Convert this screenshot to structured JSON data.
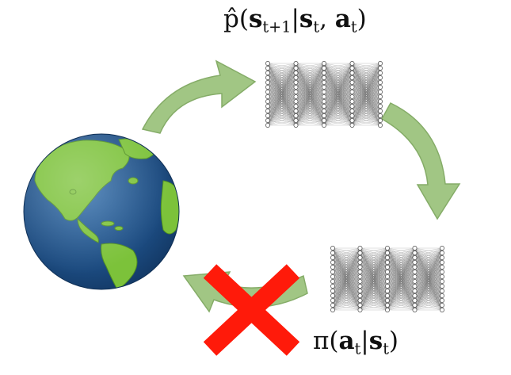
{
  "dynamics_model_label": {
    "hat_p": "p̂",
    "open": "(",
    "s": "s",
    "s_sub": "t+1",
    "bar": "|",
    "s2": "s",
    "s2_sub": "t",
    "comma": ", ",
    "a": "a",
    "a_sub": "t",
    "close": ")"
  },
  "policy_label": {
    "pi": "π",
    "open": "(",
    "a": "a",
    "a_sub": "t",
    "bar": "|",
    "s": "s",
    "s_sub": "t",
    "close": ")"
  },
  "colors": {
    "arrow_fill": "#9dc47e",
    "arrow_stroke": "#7fa860",
    "ocean": "#1c4f86",
    "land": "#7cc23a",
    "cross": "#ff1a0a",
    "network": "#555555"
  },
  "icons": [
    "earth-globe",
    "neural-network",
    "neural-network",
    "curved-arrow",
    "red-x-mark"
  ]
}
